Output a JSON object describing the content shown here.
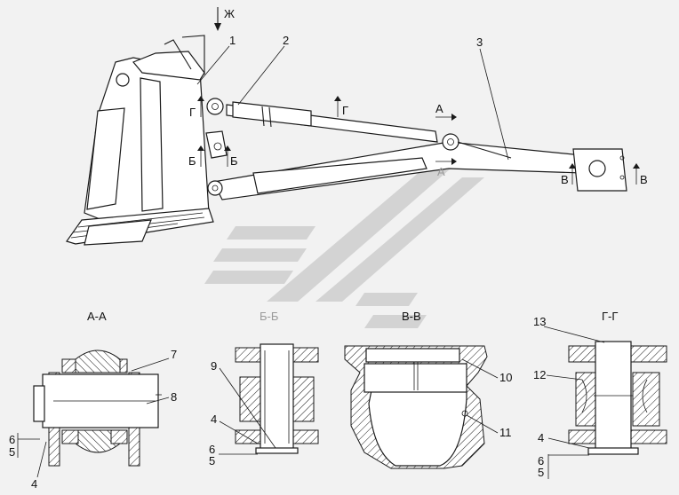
{
  "view_labels": {
    "zh": "Ж",
    "g_left": "Г",
    "g_right": "Г",
    "a_top": "А",
    "a_bottom": "А",
    "b_left": "Б",
    "b_right": "Б",
    "v_left": "В",
    "v_right": "В"
  },
  "callouts": {
    "c1": "1",
    "c2": "2",
    "c3": "3"
  },
  "sections": {
    "aa": {
      "title": "А-А",
      "labels": [
        "7",
        "8",
        "6",
        "5",
        "4"
      ]
    },
    "bb": {
      "title": "Б-Б",
      "labels": [
        "9",
        "4",
        "6",
        "5"
      ]
    },
    "vv": {
      "title": "В-В",
      "labels": [
        "10",
        "11"
      ]
    },
    "gg": {
      "title": "Г-Г",
      "labels": [
        "13",
        "12",
        "4",
        "6",
        "5"
      ]
    }
  },
  "colors": {
    "line": "#1a1a1a",
    "background": "#f2f2f2",
    "watermark": "#c9c9c9"
  }
}
